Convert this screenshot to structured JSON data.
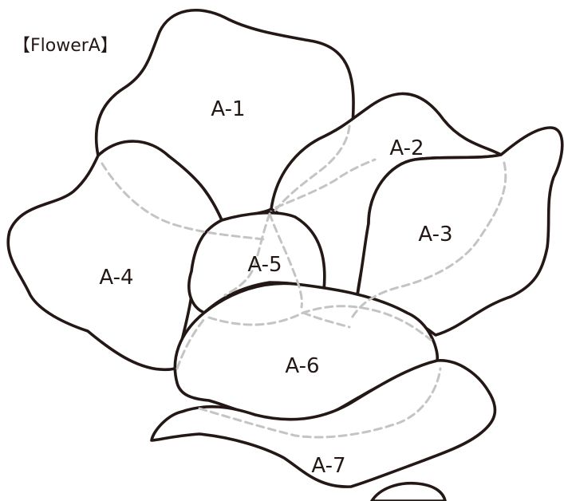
{
  "title": "【FlowerA】",
  "pieces": [
    {
      "id": "A-1",
      "label": "A-1"
    },
    {
      "id": "A-2",
      "label": "A-2"
    },
    {
      "id": "A-3",
      "label": "A-3"
    },
    {
      "id": "A-4",
      "label": "A-4"
    },
    {
      "id": "A-5",
      "label": "A-5"
    },
    {
      "id": "A-6",
      "label": "A-6"
    },
    {
      "id": "A-7",
      "label": "A-7"
    }
  ],
  "colors": {
    "outline": "#231815",
    "hidden_edge": "#c4c4c4",
    "background": "#ffffff"
  }
}
